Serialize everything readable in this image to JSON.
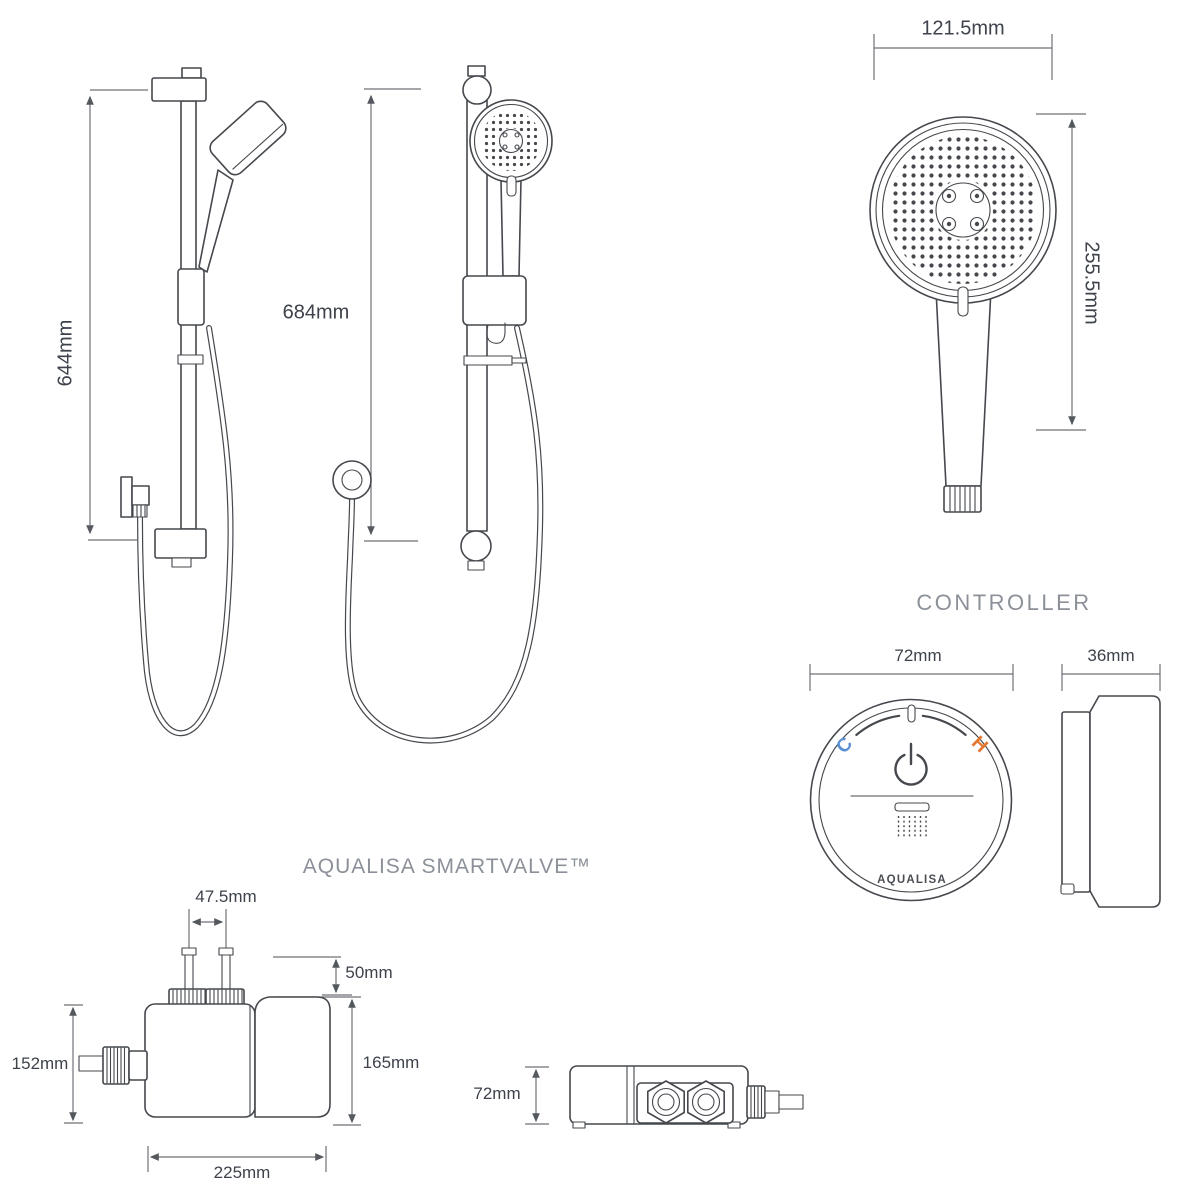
{
  "colors": {
    "background": "#ffffff",
    "line": "#45484d",
    "dim_line": "#6d7177",
    "dim_text": "#3d424b",
    "title_text": "#8c9199",
    "cold_c": "#5b8fd4",
    "hot_h": "#e4762d"
  },
  "rail_side_view": {
    "height_label": "644mm"
  },
  "rail_front_view": {
    "height_label": "684mm"
  },
  "handset": {
    "width_label": "121.5mm",
    "height_label": "255.5mm"
  },
  "controller": {
    "title": "CONTROLLER",
    "width_label": "72mm",
    "depth_label": "36mm",
    "cold_label": "C",
    "hot_label": "H",
    "brand_label": "AQUALISA"
  },
  "smartvalve": {
    "title": "AQUALISA SMARTVALVE™",
    "inlet_spacing_label": "47.5mm",
    "inlet_height_label": "50mm",
    "body_height_left_label": "152mm",
    "body_height_right_label": "165mm",
    "body_width_label": "225mm",
    "side_height_label": "72mm"
  }
}
